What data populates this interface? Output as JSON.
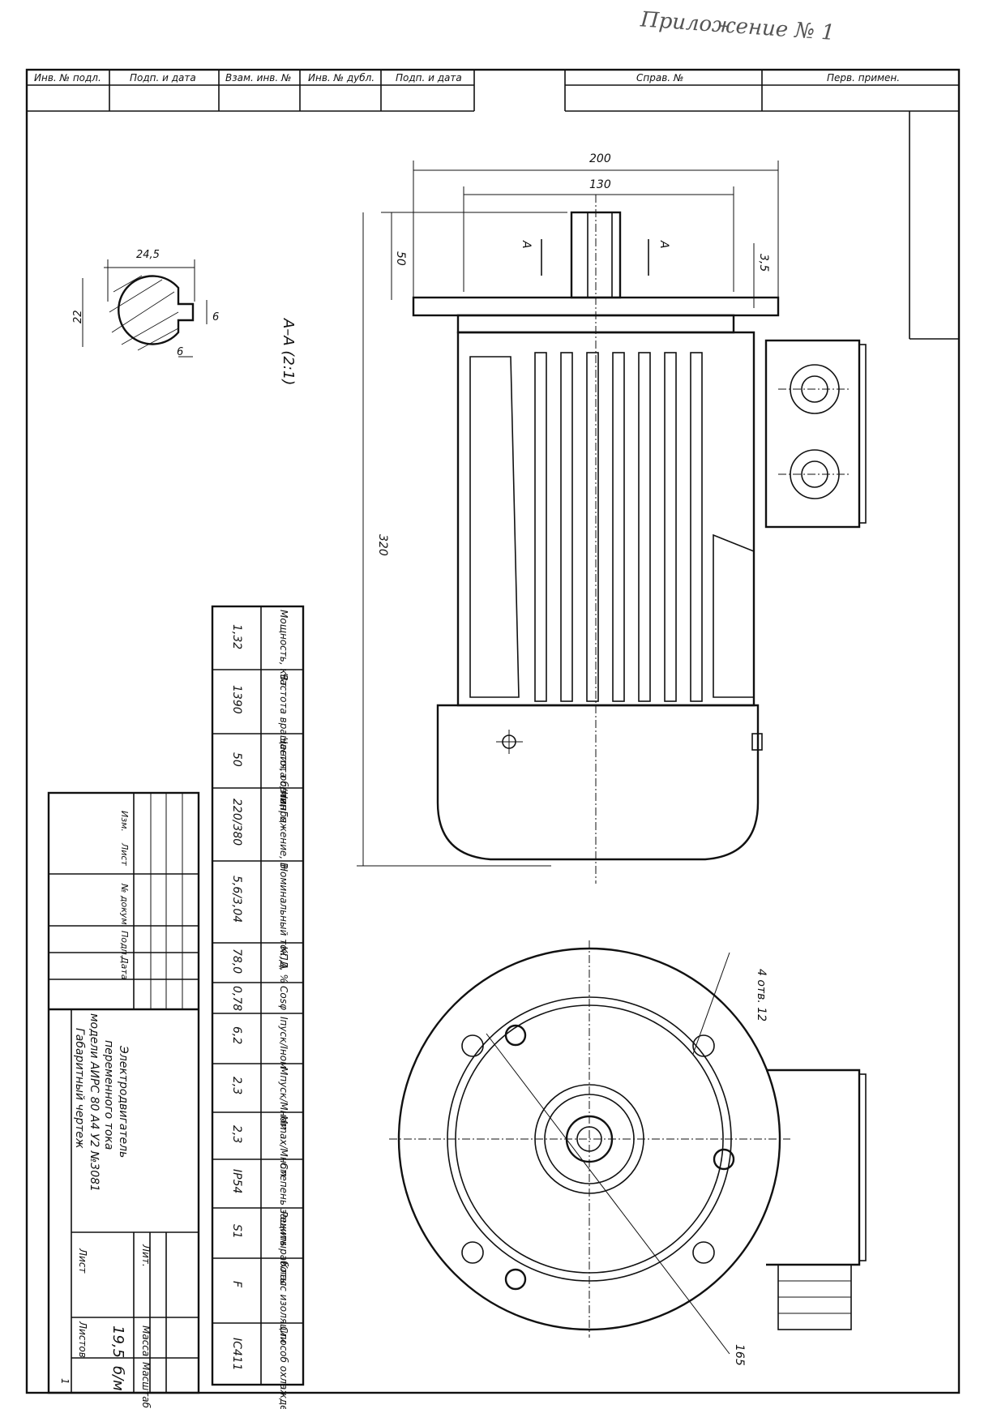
{
  "annotation": "Приложение № 1",
  "top_stamp": {
    "left_cells": [
      "Инв. № подл.",
      "Подп. и дата",
      "Взам. инв. №",
      "Инв. № дубл.",
      "Подп. и дата"
    ],
    "right_cells": [
      "Справ. №",
      "Перв. примен."
    ]
  },
  "drawing": {
    "section_label": "А–А (2:1)",
    "section_dims": {
      "width": "24,5",
      "height": "22",
      "key_depth": "6",
      "key_width": "6"
    },
    "cut_marks": [
      "А",
      "А"
    ],
    "side_dims": {
      "overall_width": "200",
      "flange_width": "130",
      "shaft_length": "50",
      "flange_thickness": "3,5",
      "overall_length": "320"
    },
    "front_dims": {
      "holes": "4 отв. 12",
      "bolt_circle": "165"
    }
  },
  "specs": {
    "headers": [
      "Мощность, кВт",
      "Частота вращения, об/мин",
      "Частота сети, Гц",
      "Напряжение, В",
      "Номинальный ток, А",
      "КПД, %",
      "Cosφ",
      "Iпуск/Iном",
      "Мпуск/Мном",
      "Mmax/Мном",
      "Степень защиты",
      "Режим работы",
      "Класс изоляции",
      "Способ охлаждения"
    ],
    "values": [
      "1,32",
      "1390",
      "50",
      "220/380",
      "5,6/3,04",
      "78,0",
      "0,78",
      "6,2",
      "2,3",
      "2,3",
      "IP54",
      "S1",
      "F",
      "IC411"
    ]
  },
  "title_block": {
    "revision_headers": [
      "Изм.",
      "Лист",
      "№ докум.",
      "Подп.",
      "Дата"
    ],
    "title_lines": [
      "Электродвигатель",
      "переменного тока",
      "модели АИРС 80 А4 У2 №3081",
      "Габаритный чертеж"
    ],
    "lit_label": "Лит.",
    "mass_label": "Масса",
    "scale_label": "Масштаб",
    "mass_value": "19,5",
    "scale_value": "б/м",
    "sheet_label": "Лист",
    "sheets_label": "Листов",
    "sheets_value": "1"
  }
}
